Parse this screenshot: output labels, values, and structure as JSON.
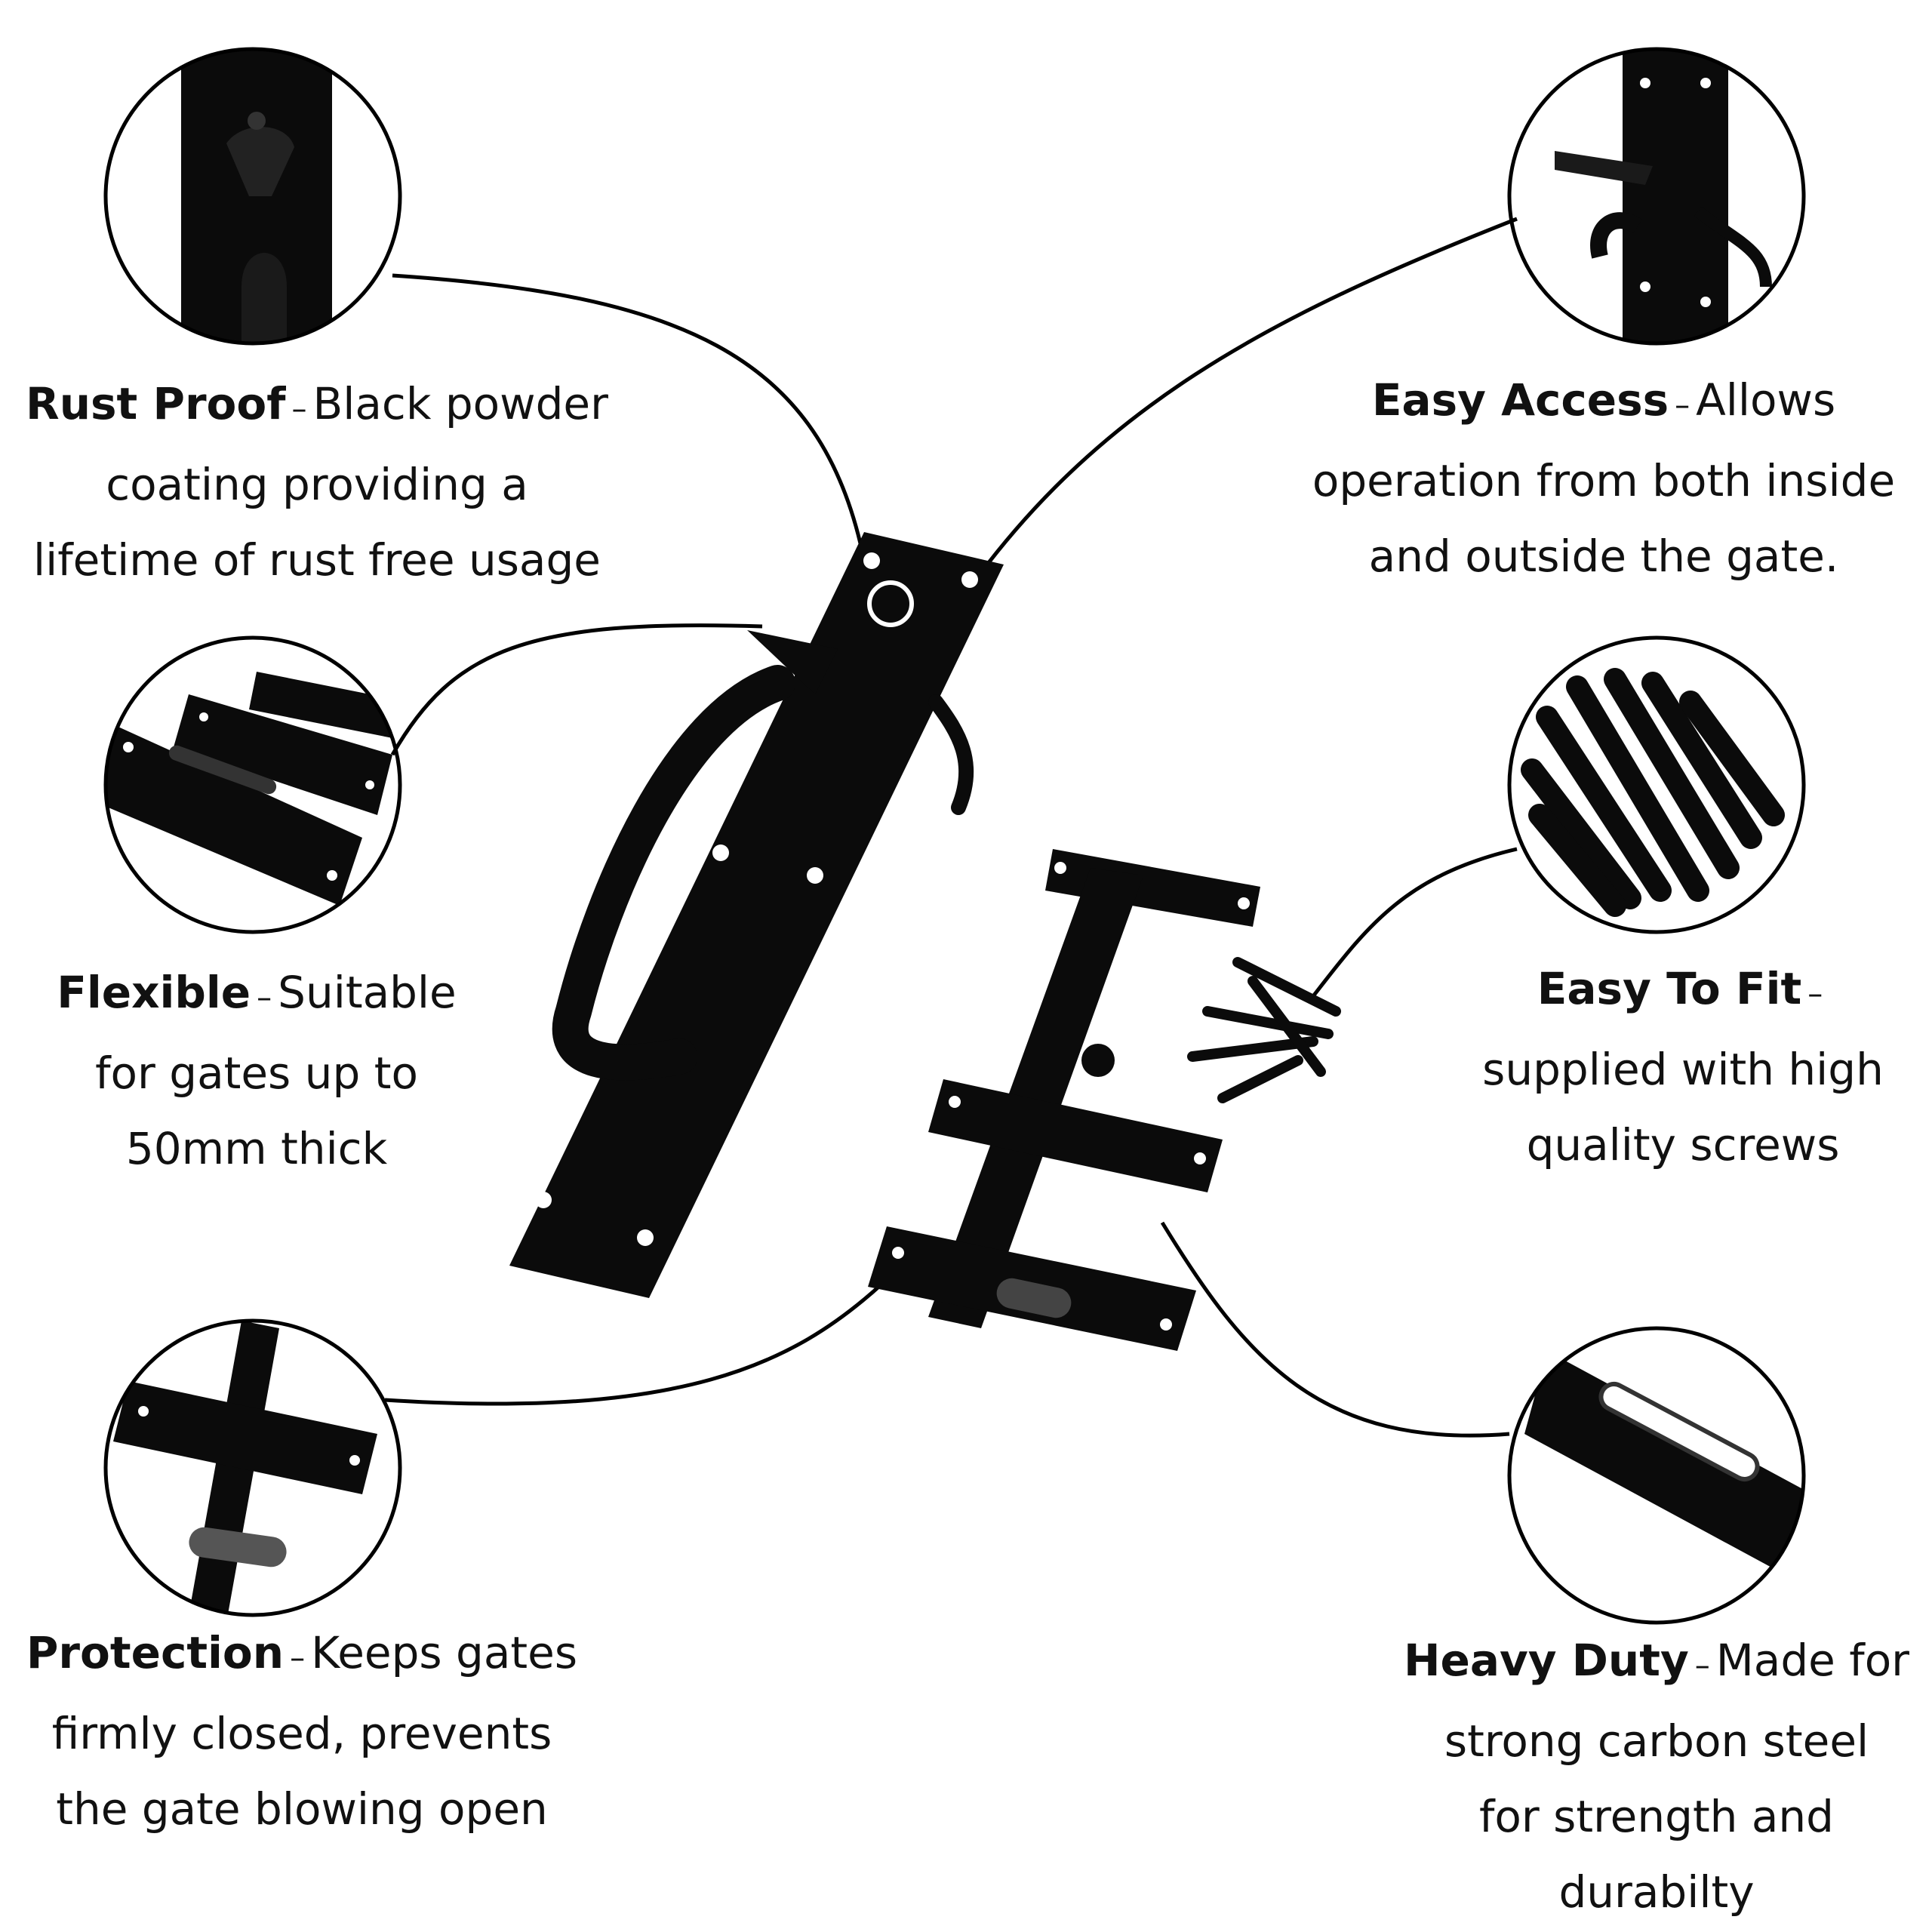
{
  "features": [
    {
      "id": "rust_proof",
      "title": "Rust Proof",
      "lines": [
        "Black powder",
        "coating providing a",
        "lifetime of rust free usage"
      ],
      "dash": true
    },
    {
      "id": "easy_access",
      "title": "Easy Access",
      "lines": [
        "Allows",
        "operation from both inside",
        "and outside the gate."
      ],
      "dash": true
    },
    {
      "id": "flexible",
      "title": "Flexible",
      "lines": [
        "Suitable",
        "for gates up to",
        "50mm thick"
      ],
      "dash": true
    },
    {
      "id": "easy_to_fit",
      "title": "Easy To Fit",
      "lines": [
        "",
        "supplied with high",
        "quality screws"
      ],
      "dash": true
    },
    {
      "id": "protection",
      "title": "Protection",
      "lines": [
        "Keeps gates",
        "firmly closed, prevents",
        "the gate blowing open"
      ],
      "dash": true
    },
    {
      "id": "heavy_duty",
      "title": "Heavy Duty",
      "lines": [
        "Made for",
        "strong carbon steel",
        "for strength and",
        "durabilty"
      ],
      "dash": true
    }
  ],
  "colors": {
    "metal": "#0b0b0b",
    "hole": "#ffffff",
    "line": "#000000",
    "background": "#ffffff"
  }
}
